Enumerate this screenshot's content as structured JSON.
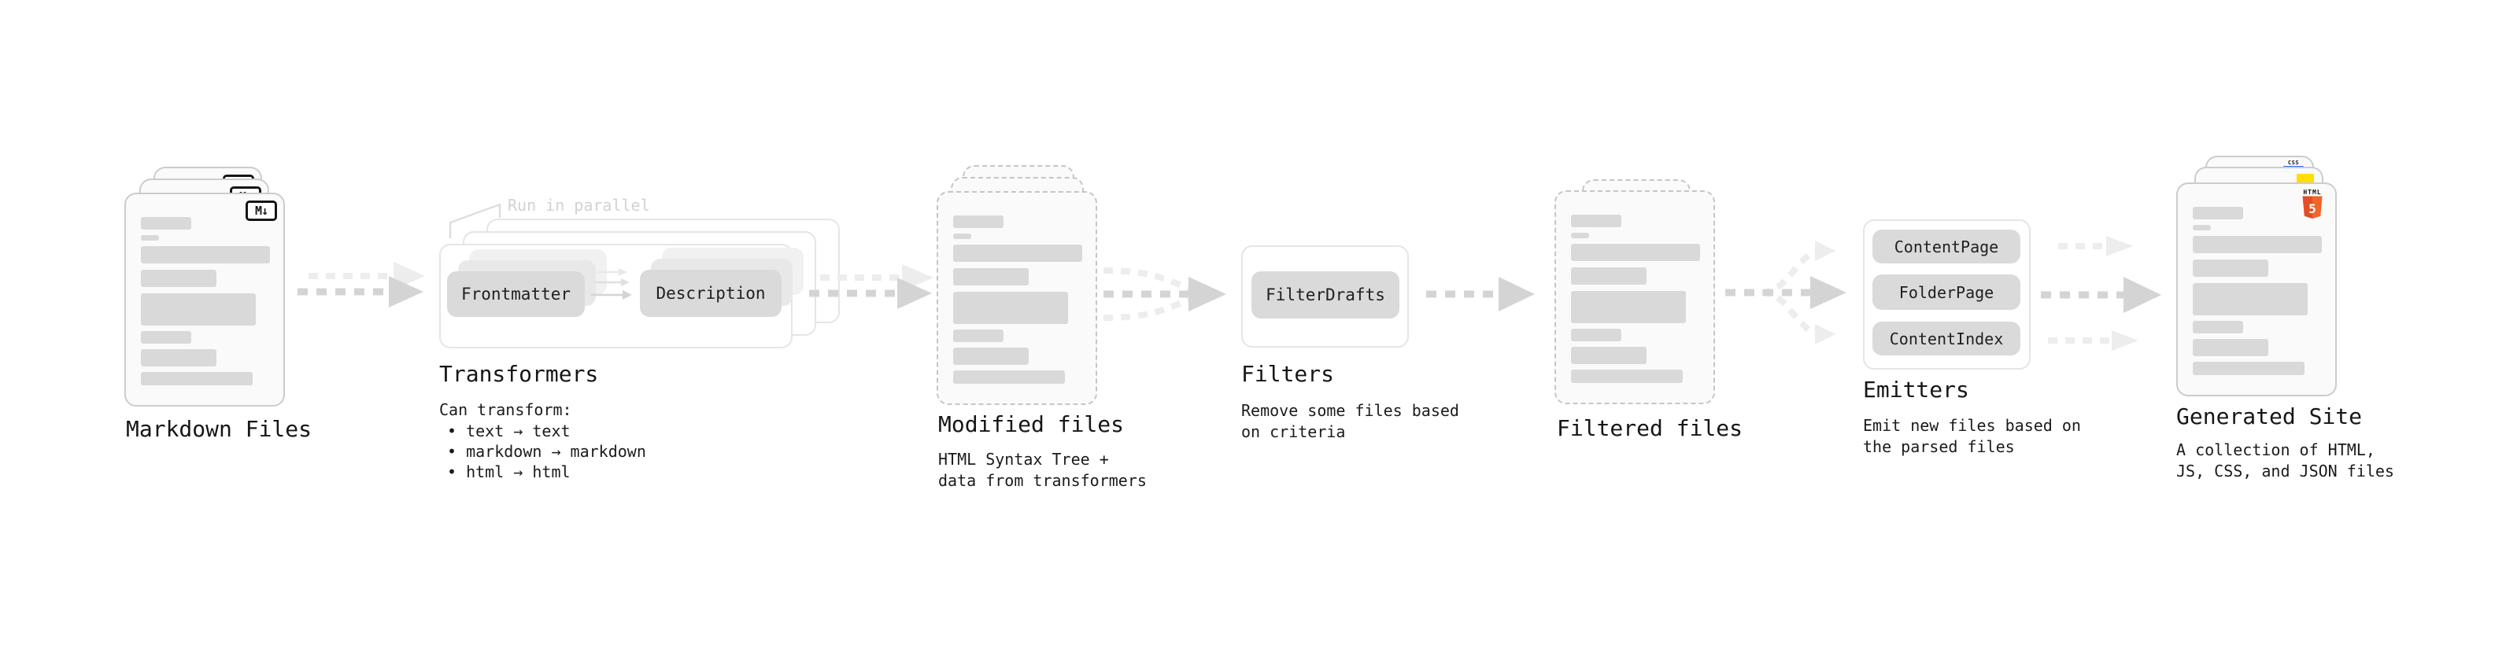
{
  "diagram": {
    "stages": {
      "markdown_files": {
        "title": "Markdown Files"
      },
      "transformers": {
        "title": "Transformers",
        "note": "Run in parallel",
        "pill_left": "Frontmatter",
        "pill_right": "Description",
        "caption": "Can transform:",
        "bullets": [
          "• text → text",
          "• markdown → markdown",
          "• html → html"
        ]
      },
      "modified_files": {
        "title": "Modified files",
        "subtitle_line1": "HTML Syntax Tree +",
        "subtitle_line2": "data from transformers"
      },
      "filters": {
        "title": "Filters",
        "pill": "FilterDrafts",
        "subtitle_line1": "Remove some files based",
        "subtitle_line2": "on criteria"
      },
      "filtered_files": {
        "title": "Filtered files"
      },
      "emitters": {
        "title": "Emitters",
        "pill_1": "ContentPage",
        "pill_2": "FolderPage",
        "pill_3": "ContentIndex",
        "subtitle_line1": "Emit new files based on",
        "subtitle_line2": "the parsed files"
      },
      "generated_site": {
        "title": "Generated Site",
        "subtitle_line1": "A collection of HTML,",
        "subtitle_line2": "JS, CSS, and JSON files"
      }
    },
    "icons": {
      "markdown_badge": "M↓",
      "html5_label": "HTML",
      "html5_number": "5",
      "css_label": "CSS"
    },
    "colors": {
      "background": "#ffffff",
      "card_fill": "#fafafa",
      "card_border": "#cccccc",
      "placeholder_bar": "#d9d9d9",
      "pill_fill": "#dadada",
      "frame_border": "#e5e5e5",
      "arrow_dark": "#d4d4d4",
      "arrow_light": "#ededed",
      "note_text": "#d2d2d2",
      "text": "#171717",
      "html5_orange": "#e44d26",
      "js_yellow": "#ffde00",
      "css_blue": "#2d6bff"
    }
  }
}
